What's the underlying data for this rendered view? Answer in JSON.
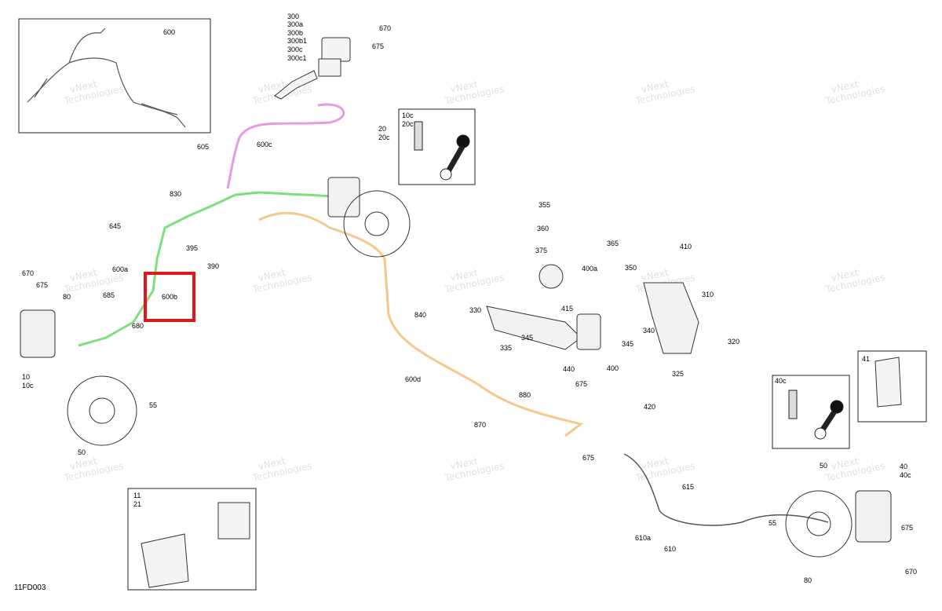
{
  "diagram_code": "11FD003",
  "highlight_label": "600b",
  "watermark": {
    "line1": "vNext",
    "line2": "Technologies"
  },
  "colors": {
    "pink_line": "#e79be0",
    "green_line": "#7de07a",
    "orange_line": "#f5c98d",
    "highlight": "#e2151b"
  },
  "callouts": {
    "c600": "600",
    "c300": "300",
    "c300a": "300a",
    "c300b": "300b",
    "c300b1": "300b1",
    "c300c": "300c",
    "c300c1": "300c1",
    "c670_top": "670",
    "c675_top": "675",
    "c10c_box": "10c",
    "c20c_box": "20c",
    "c20": "20",
    "c20c": "20c",
    "c605": "605",
    "c600c": "600c",
    "c830": "830",
    "c645": "645",
    "c395": "395",
    "c390": "390",
    "c600a": "600a",
    "c670_left": "670",
    "c675_left": "675",
    "c80_left": "80",
    "c685": "685",
    "c680": "680",
    "c10": "10",
    "c10c": "10c",
    "c55_left": "55",
    "c50_left": "50",
    "c840": "840",
    "c600d": "600d",
    "c355": "355",
    "c360": "360",
    "c365": "365",
    "c375": "375",
    "c400a": "400a",
    "c350": "350",
    "c410": "410",
    "c310": "310",
    "c330": "330",
    "c415": "415",
    "c340": "340",
    "c345_a": "345",
    "c345_b": "345",
    "c335": "335",
    "c320": "320",
    "c400": "400",
    "c325": "325",
    "c440": "440",
    "c675_mid": "675",
    "c880": "880",
    "c870": "870",
    "c420": "420",
    "c675_low": "675",
    "c41": "41",
    "c40c_box": "40c",
    "c50_right": "50",
    "c40": "40",
    "c40c": "40c",
    "c615": "615",
    "c610a": "610a",
    "c610": "610",
    "c55_right": "55",
    "c675_right": "675",
    "c670_right": "670",
    "c80_right": "80",
    "c11": "11",
    "c21": "21"
  }
}
